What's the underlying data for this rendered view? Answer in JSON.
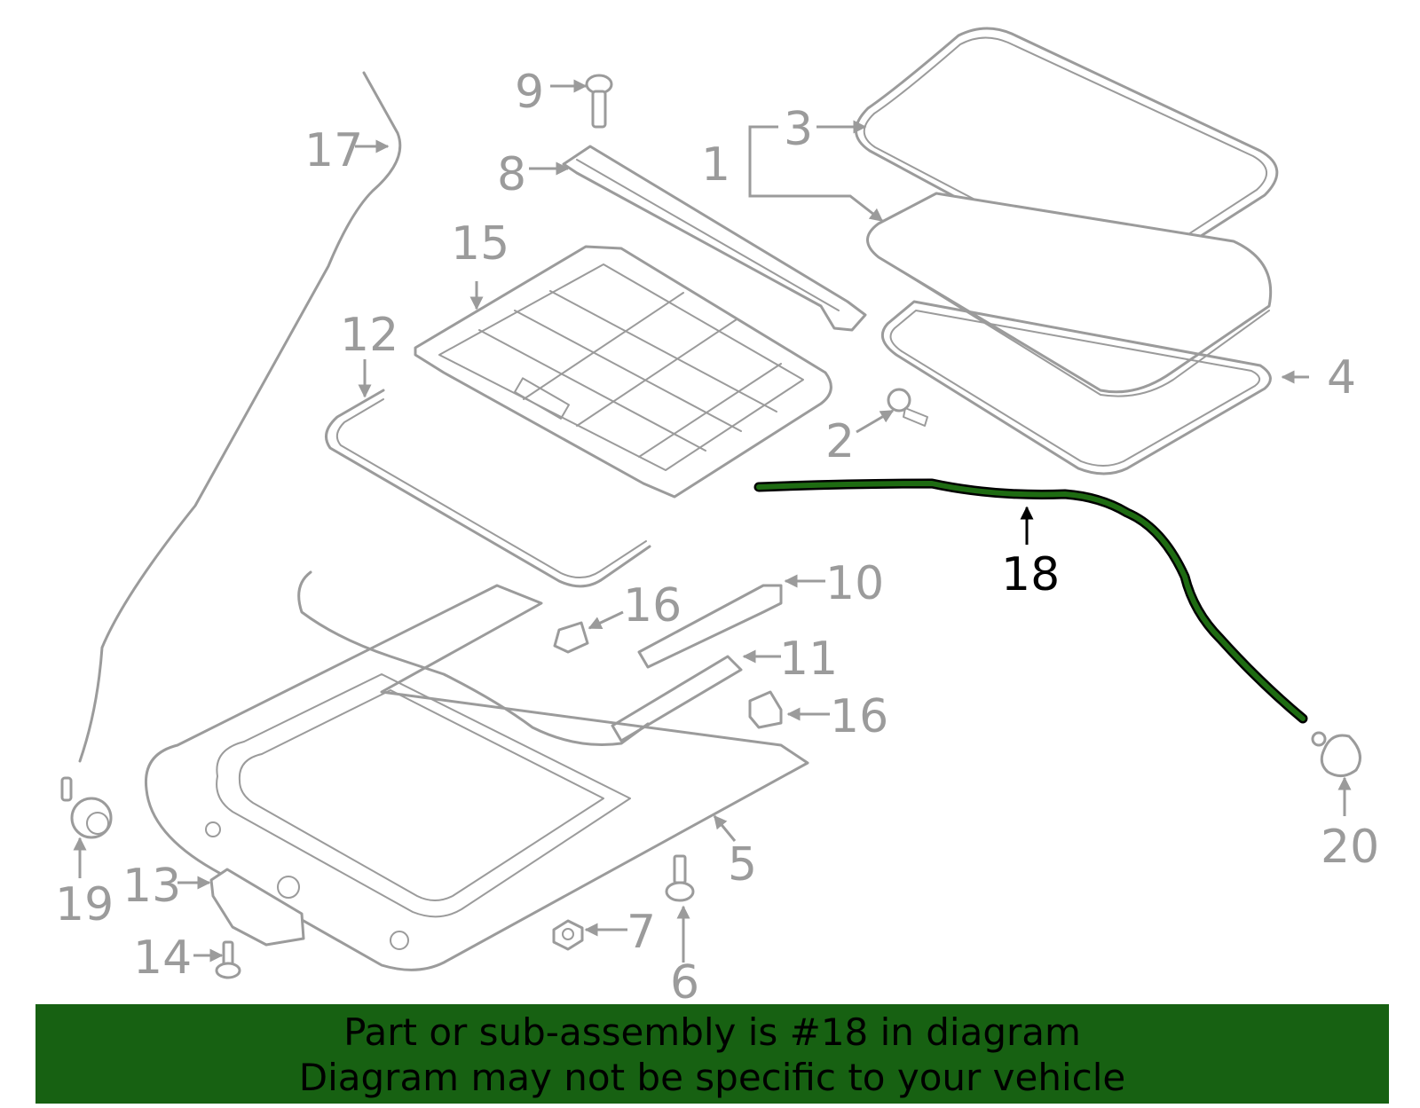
{
  "colors": {
    "highlight": "#1e6b12",
    "part_stroke": "#9b9b9b",
    "banner_bg": "#176112",
    "text_black": "#000000"
  },
  "highlighted_part": "18",
  "callouts": [
    {
      "id": "c1",
      "label": "1"
    },
    {
      "id": "c2",
      "label": "2"
    },
    {
      "id": "c3",
      "label": "3"
    },
    {
      "id": "c4",
      "label": "4"
    },
    {
      "id": "c5",
      "label": "5"
    },
    {
      "id": "c6",
      "label": "6"
    },
    {
      "id": "c7",
      "label": "7"
    },
    {
      "id": "c8",
      "label": "8"
    },
    {
      "id": "c9",
      "label": "9"
    },
    {
      "id": "c10",
      "label": "10"
    },
    {
      "id": "c11",
      "label": "11"
    },
    {
      "id": "c12",
      "label": "12"
    },
    {
      "id": "c13",
      "label": "13"
    },
    {
      "id": "c14",
      "label": "14"
    },
    {
      "id": "c15",
      "label": "15"
    },
    {
      "id": "c16a",
      "label": "16"
    },
    {
      "id": "c16b",
      "label": "16"
    },
    {
      "id": "c17",
      "label": "17"
    },
    {
      "id": "c18",
      "label": "18"
    },
    {
      "id": "c19",
      "label": "19"
    },
    {
      "id": "c20",
      "label": "20"
    }
  ],
  "banner": {
    "line1": "Part or sub-assembly is #18 in diagram",
    "line2": "Diagram may not be specific to your vehicle"
  }
}
